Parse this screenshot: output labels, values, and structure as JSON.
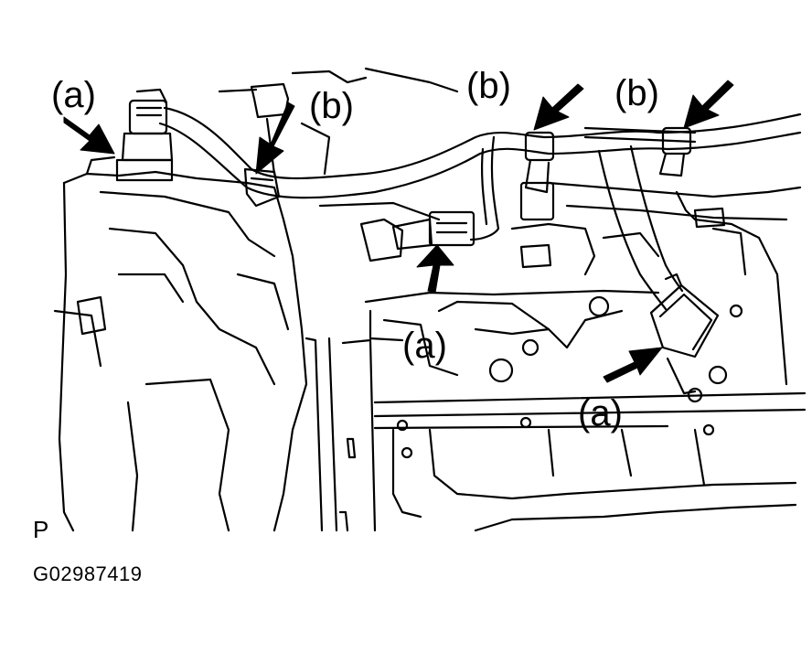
{
  "figure": {
    "callouts": {
      "a_connector_top_left": "(a)",
      "b_clamp_left": "(b)",
      "b_clamp_center": "(b)",
      "b_clamp_right": "(b)",
      "a_connector_center": "(a)",
      "a_connector_right": "(a)"
    },
    "view_marker": "P",
    "figure_code": "G02987419"
  },
  "style": {
    "ink": "#000000",
    "paper": "#ffffff"
  }
}
